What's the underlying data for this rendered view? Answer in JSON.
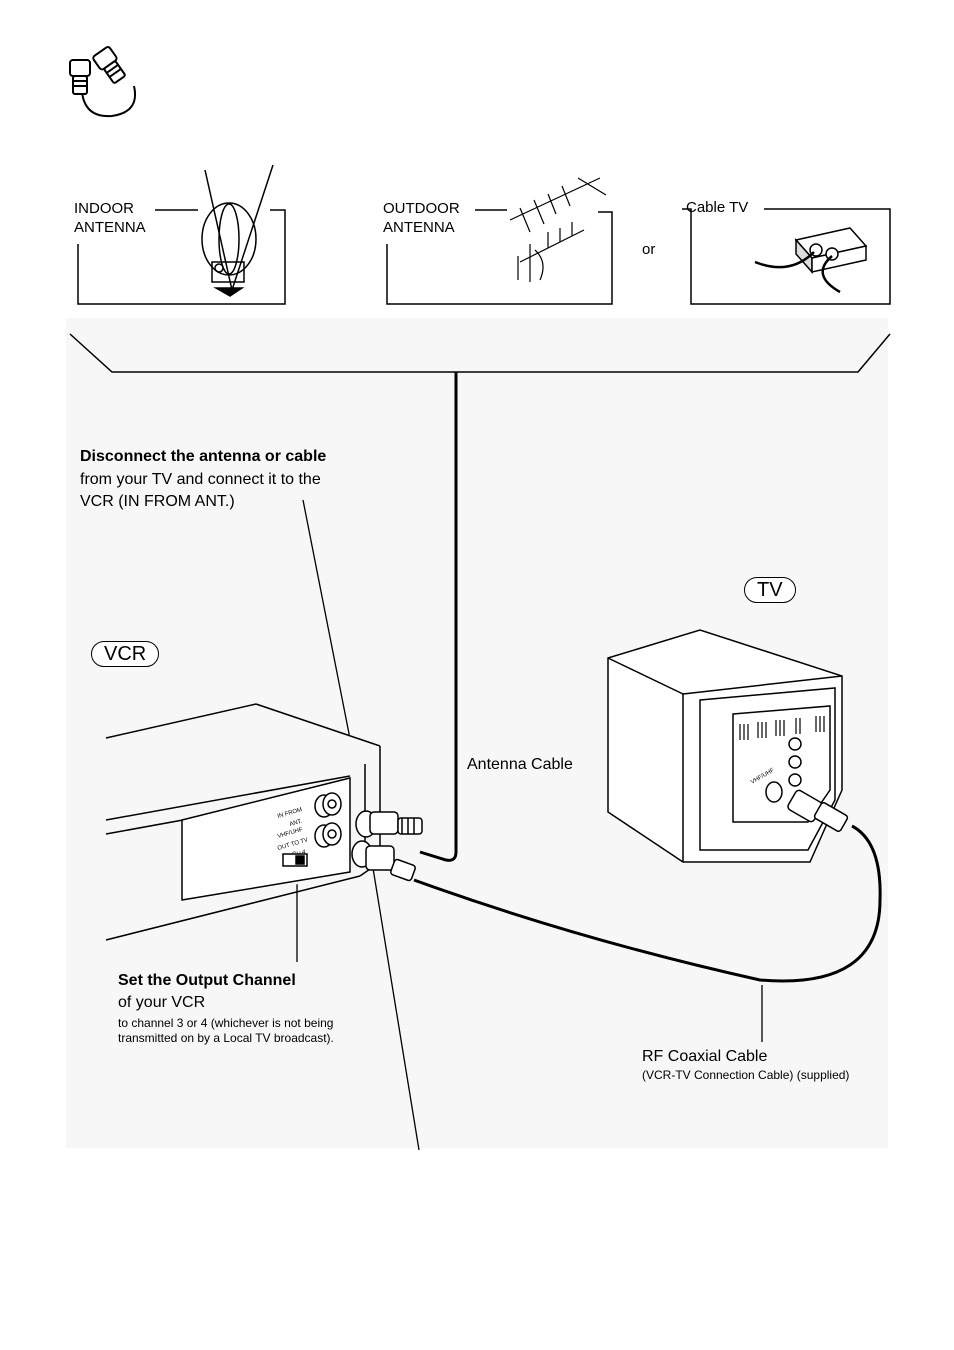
{
  "sources": {
    "indoor": [
      "INDOOR",
      "ANTENNA"
    ],
    "outdoor": [
      "OUTDOOR",
      "ANTENNA"
    ],
    "or": "or",
    "cable": "Cable TV"
  },
  "disconnect": {
    "title": "Disconnect the antenna or cable",
    "line1": "from your TV and connect it to the",
    "line2": "VCR (IN FROM ANT.)"
  },
  "devices": {
    "vcr": "VCR",
    "tv": "TV"
  },
  "cables": {
    "antenna": "Antenna Cable",
    "rf_title": "RF Coaxial Cable",
    "rf_sub": "(VCR-TV Connection Cable) (supplied)"
  },
  "output": {
    "title": "Set the Output Channel",
    "line1": "of your VCR",
    "line2": "to channel 3 or 4 (whichever is not being",
    "line3": "transmitted on by a Local TV broadcast)."
  },
  "vcr_panel": {
    "in_from": "IN FROM",
    "ant": "ANT.",
    "vhf_uhf": "VHF/UHF",
    "out_to_tv": "OUT TO TV",
    "ch3": "3",
    "ch": "CH",
    "ch4": "4"
  },
  "tv_panel": {
    "vhf_uhf": "VHF/UHF"
  }
}
